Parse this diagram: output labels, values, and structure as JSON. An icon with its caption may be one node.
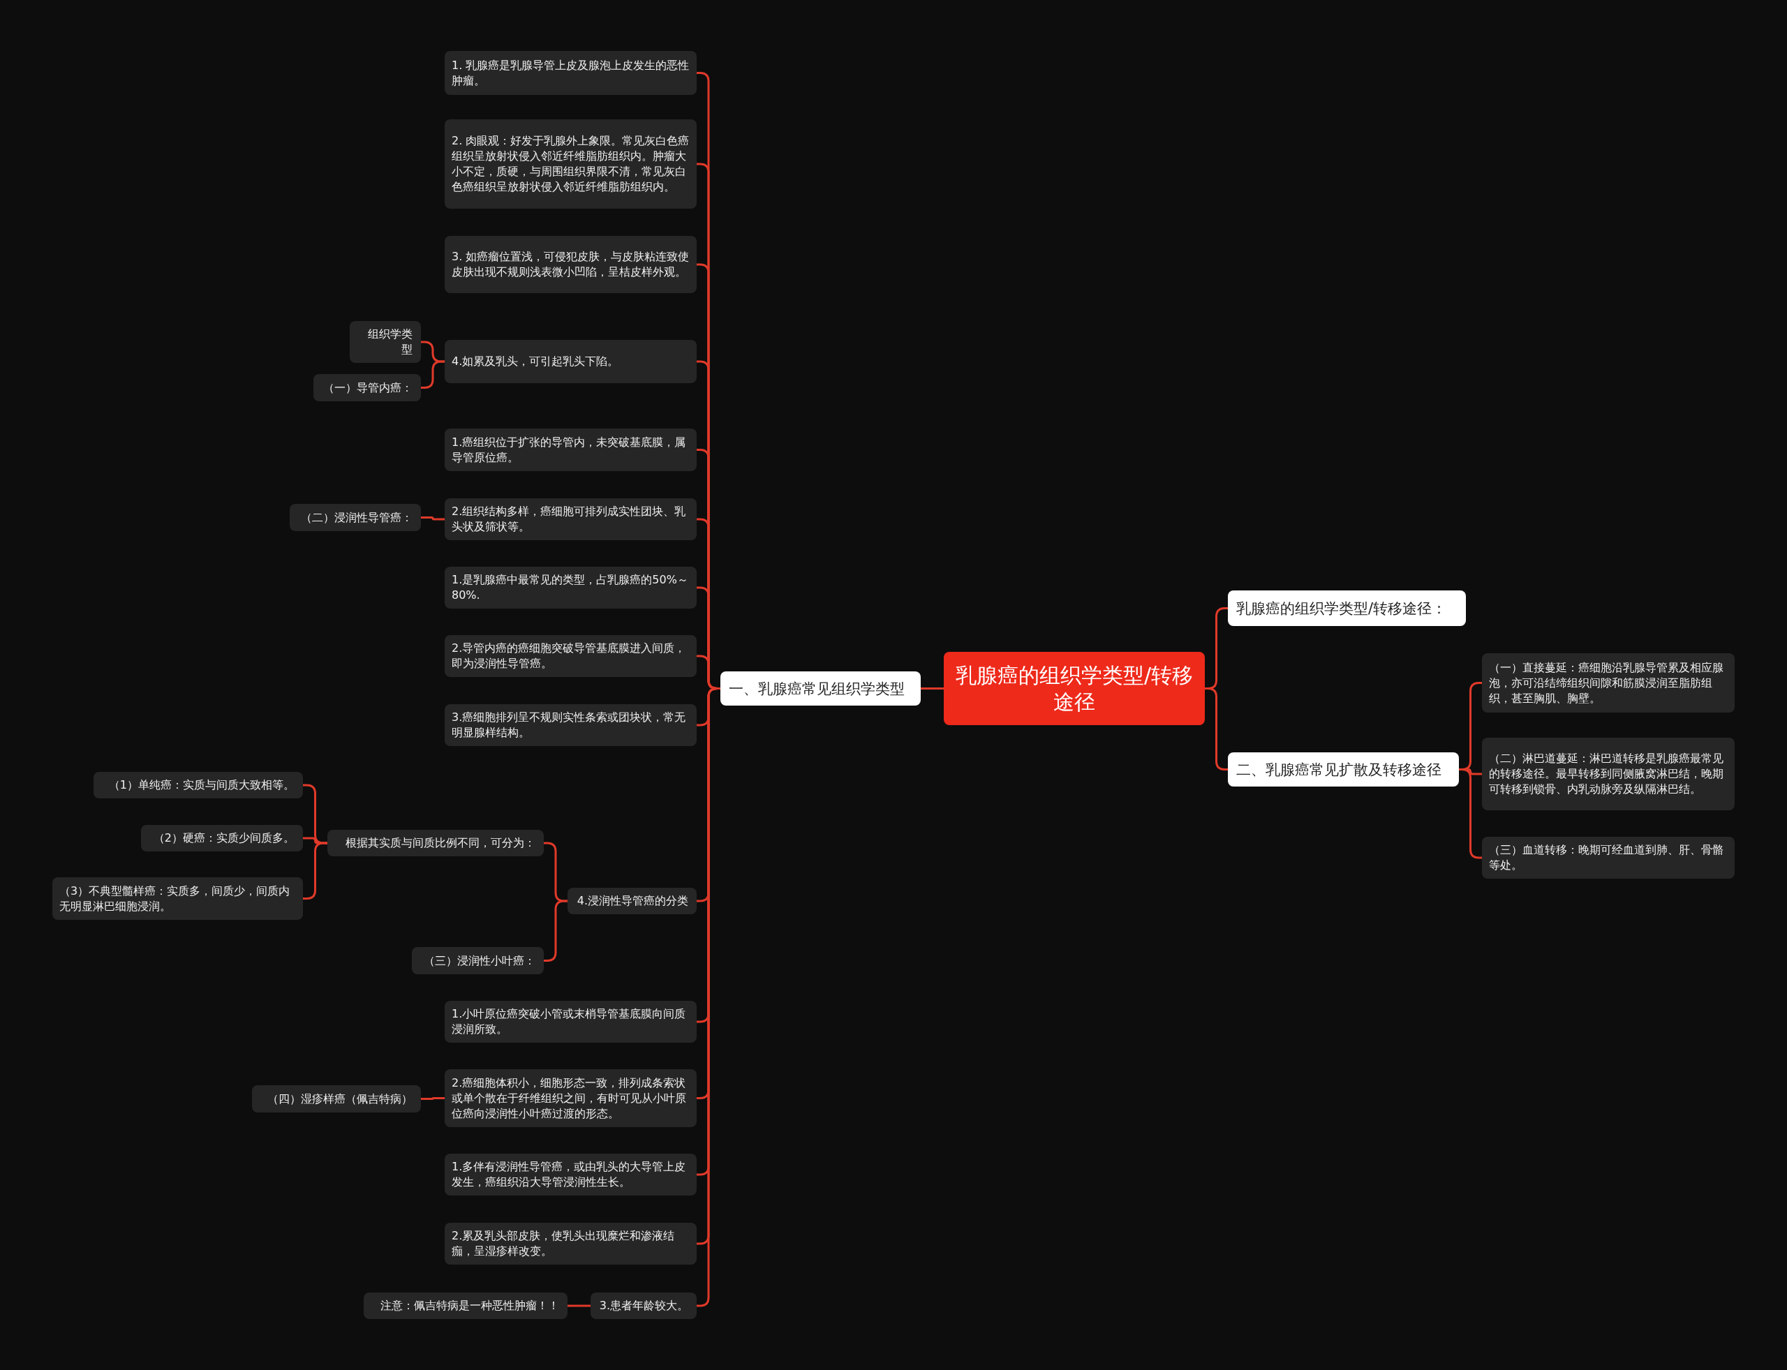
{
  "diagram": {
    "nodes": [
      {
        "text": [
          "乳腺癌的组织学类型/转移途径"
        ]
      },
      {
        "text": [
          "一、乳腺癌常见组织学类型"
        ]
      },
      {
        "text": [
          "1. 乳腺癌是乳腺导管上皮及腺泡上皮发生的恶性肿瘤。"
        ]
      },
      {
        "text": [
          "2. 肉眼观：好发于乳腺外上象限。常见灰白色癌组织呈放射状侵入邻近纤维脂肪组织内。肿瘤大小不定，质硬，与周围组织界限不清，常见灰白色癌组织呈放射状侵入邻近纤维脂肪组织内。"
        ]
      },
      {
        "text": [
          "3. 如癌瘤位置浅，可侵犯皮肤，与皮肤粘连致使皮肤出现不规则浅表微小凹陷，呈桔皮样外观。"
        ]
      },
      {
        "text": [
          "4.如累及乳头，可引起乳头下陷。"
        ]
      },
      {
        "text": [
          "组织学类型"
        ]
      },
      {
        "text": [
          "（一）导管内癌："
        ]
      },
      {
        "text": [
          "1.癌组织位于扩张的导管内，未突破基底膜，属导管原位癌。"
        ]
      },
      {
        "text": [
          "2.组织结构多样，癌细胞可排列成实性团块、乳头状及筛状等。"
        ]
      },
      {
        "text": [
          "（二）浸润性导管癌："
        ]
      },
      {
        "text": [
          "1.是乳腺癌中最常见的类型，占乳腺癌的50%～80%."
        ]
      },
      {
        "text": [
          "2.导管内癌的癌细胞突破导管基底膜进入间质，即为浸润性导管癌。"
        ]
      },
      {
        "text": [
          "3.癌细胞排列呈不规则实性条索或团块状，常无明显腺样结构。"
        ]
      },
      {
        "text": [
          "4.浸润性导管癌的分类"
        ]
      },
      {
        "text": [
          "根据其实质与间质比例不同，可分为："
        ]
      },
      {
        "text": [
          "（1）单纯癌：实质与间质大致相等。"
        ]
      },
      {
        "text": [
          "（2）硬癌：实质少间质多。"
        ]
      },
      {
        "text": [
          "（3）不典型髓样癌：实质多，间质少，间质内无明显淋巴细胞浸润。"
        ]
      },
      {
        "text": [
          "（三）浸润性小叶癌："
        ]
      },
      {
        "text": [
          "1.小叶原位癌突破小管或末梢导管基底膜向间质浸润所致。"
        ]
      },
      {
        "text": [
          "2.癌细胞体积小，细胞形态一致，排列成条索状或单个散在于纤维组织之间，有时可见从小叶原位癌向浸润性小叶癌过渡的形态。"
        ]
      },
      {
        "text": [
          "（四）湿疹样癌（佩吉特病）"
        ]
      },
      {
        "text": [
          "1.多伴有浸润性导管癌，或由乳头的大导管上皮发生，癌组织沿大导管浸润性生长。"
        ]
      },
      {
        "text": [
          "2.累及乳头部皮肤，使乳头出现糜烂和渗液结痂，呈湿疹样改变。"
        ]
      },
      {
        "text": [
          "3.患者年龄较大。"
        ]
      },
      {
        "text": [
          "注意：佩吉特病是一种恶性肿瘤！！"
        ]
      },
      {
        "text": [
          "乳腺癌的组织学类型/转移途径："
        ]
      },
      {
        "text": [
          "二、乳腺癌常见扩散及转移途径"
        ]
      },
      {
        "text": [
          "（一）直接蔓延：癌细胞沿乳腺导管累及相应腺泡，亦可沿结缔组织间隙和筋膜浸润至脂肪组织，甚至胸肌、胸壁。"
        ]
      },
      {
        "text": [
          "（二）淋巴道蔓延：淋巴道转移是乳腺癌最常见的转移途径。最早转移到同侧腋窝淋巴结，晚期可转移到锁骨、内乳动脉旁及纵隔淋巴结。"
        ]
      },
      {
        "text": [
          "（三）血道转移：晚期可经血道到肺、肝、骨骼等处。"
        ]
      }
    ],
    "edges": [
      {
        "from": 0,
        "to": 1,
        "arrow": "none"
      },
      {
        "from": 1,
        "to": 2,
        "arrow": "none"
      },
      {
        "from": 1,
        "to": 3,
        "arrow": "none"
      },
      {
        "from": 1,
        "to": 4,
        "arrow": "none"
      },
      {
        "from": 1,
        "to": 5,
        "arrow": "none"
      },
      {
        "from": 5,
        "to": 6,
        "arrow": "none"
      },
      {
        "from": 5,
        "to": 7,
        "arrow": "none"
      },
      {
        "from": 1,
        "to": 8,
        "arrow": "none"
      },
      {
        "from": 1,
        "to": 9,
        "arrow": "none"
      },
      {
        "from": 9,
        "to": 10,
        "arrow": "none"
      },
      {
        "from": 1,
        "to": 11,
        "arrow": "none"
      },
      {
        "from": 1,
        "to": 12,
        "arrow": "none"
      },
      {
        "from": 1,
        "to": 13,
        "arrow": "none"
      },
      {
        "from": 1,
        "to": 14,
        "arrow": "none"
      },
      {
        "from": 14,
        "to": 15,
        "arrow": "none"
      },
      {
        "from": 15,
        "to": 16,
        "arrow": "none"
      },
      {
        "from": 15,
        "to": 17,
        "arrow": "none"
      },
      {
        "from": 15,
        "to": 18,
        "arrow": "none"
      },
      {
        "from": 14,
        "to": 19,
        "arrow": "none"
      },
      {
        "from": 1,
        "to": 20,
        "arrow": "none"
      },
      {
        "from": 1,
        "to": 21,
        "arrow": "none"
      },
      {
        "from": 21,
        "to": 22,
        "arrow": "none"
      },
      {
        "from": 1,
        "to": 23,
        "arrow": "none"
      },
      {
        "from": 1,
        "to": 24,
        "arrow": "none"
      },
      {
        "from": 1,
        "to": 25,
        "arrow": "none"
      },
      {
        "from": 25,
        "to": 26,
        "arrow": "none"
      },
      {
        "from": 0,
        "to": 27,
        "arrow": "none"
      },
      {
        "from": 0,
        "to": 28,
        "arrow": "none"
      },
      {
        "from": 28,
        "to": 29,
        "arrow": "none"
      },
      {
        "from": 28,
        "to": 30,
        "arrow": "none"
      },
      {
        "from": 28,
        "to": 31,
        "arrow": "none"
      }
    ]
  }
}
